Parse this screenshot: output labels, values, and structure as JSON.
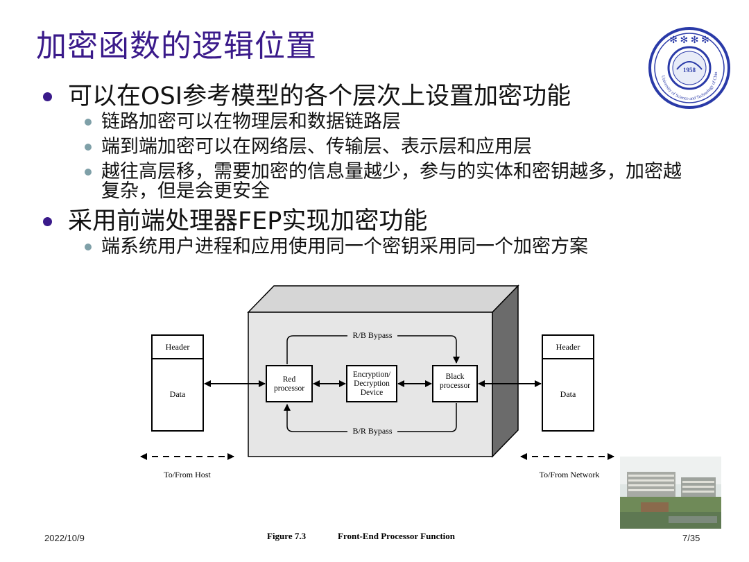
{
  "slide": {
    "title": "加密函数的逻辑位置",
    "date": "2022/10/9",
    "page": "7/35"
  },
  "logo": {
    "year": "1958",
    "name": "University of Science and Technology of China"
  },
  "bullets": [
    {
      "text": "可以在OSI参考模型的各个层次上设置加密功能",
      "sub": [
        "链路加密可以在物理层和数据链路层",
        "端到端加密可以在网络层、传输层、表示层和应用层",
        "越往高层移，需要加密的信息量越少，参与的实体和密钥越多，加密越复杂，但是会更安全"
      ]
    },
    {
      "text": "采用前端处理器FEP实现加密功能",
      "sub": [
        "端系统用户进程和应用使用同一个密钥采用同一个加密方案"
      ]
    }
  ],
  "diagram": {
    "left_header": "Header",
    "left_data": "Data",
    "right_header": "Header",
    "right_data": "Data",
    "red_line1": "Red",
    "red_line2": "processor",
    "enc_line1": "Encryption/",
    "enc_line2": "Decryption",
    "enc_line3": "Device",
    "black_line1": "Black",
    "black_line2": "processor",
    "rb_bypass": "R/B Bypass",
    "br_bypass": "B/R Bypass",
    "host_label": "To/From Host",
    "network_label": "To/From Network",
    "caption_num": "Figure 7.3",
    "caption_text": "Front-End Processor Function"
  }
}
